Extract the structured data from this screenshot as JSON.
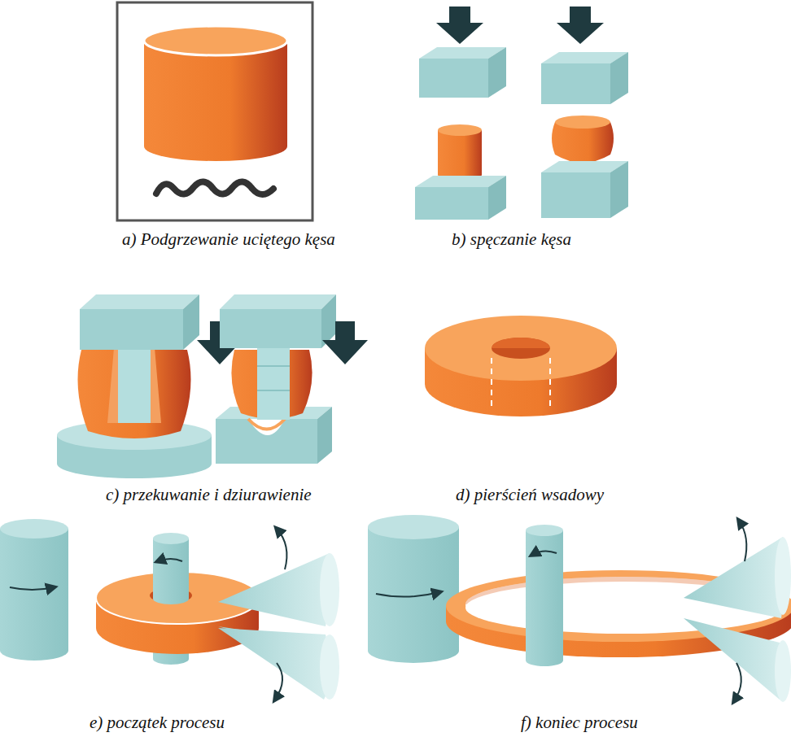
{
  "diagram": {
    "labels": [
      "a) Podgrzewanie uciętego kęsa",
      "b) spęczanie kęsa",
      "c) przekuwanie i dziurawienie",
      "d) pierścień wsadowy",
      "e) początek procesu",
      "f) koniec procesu"
    ]
  }
}
